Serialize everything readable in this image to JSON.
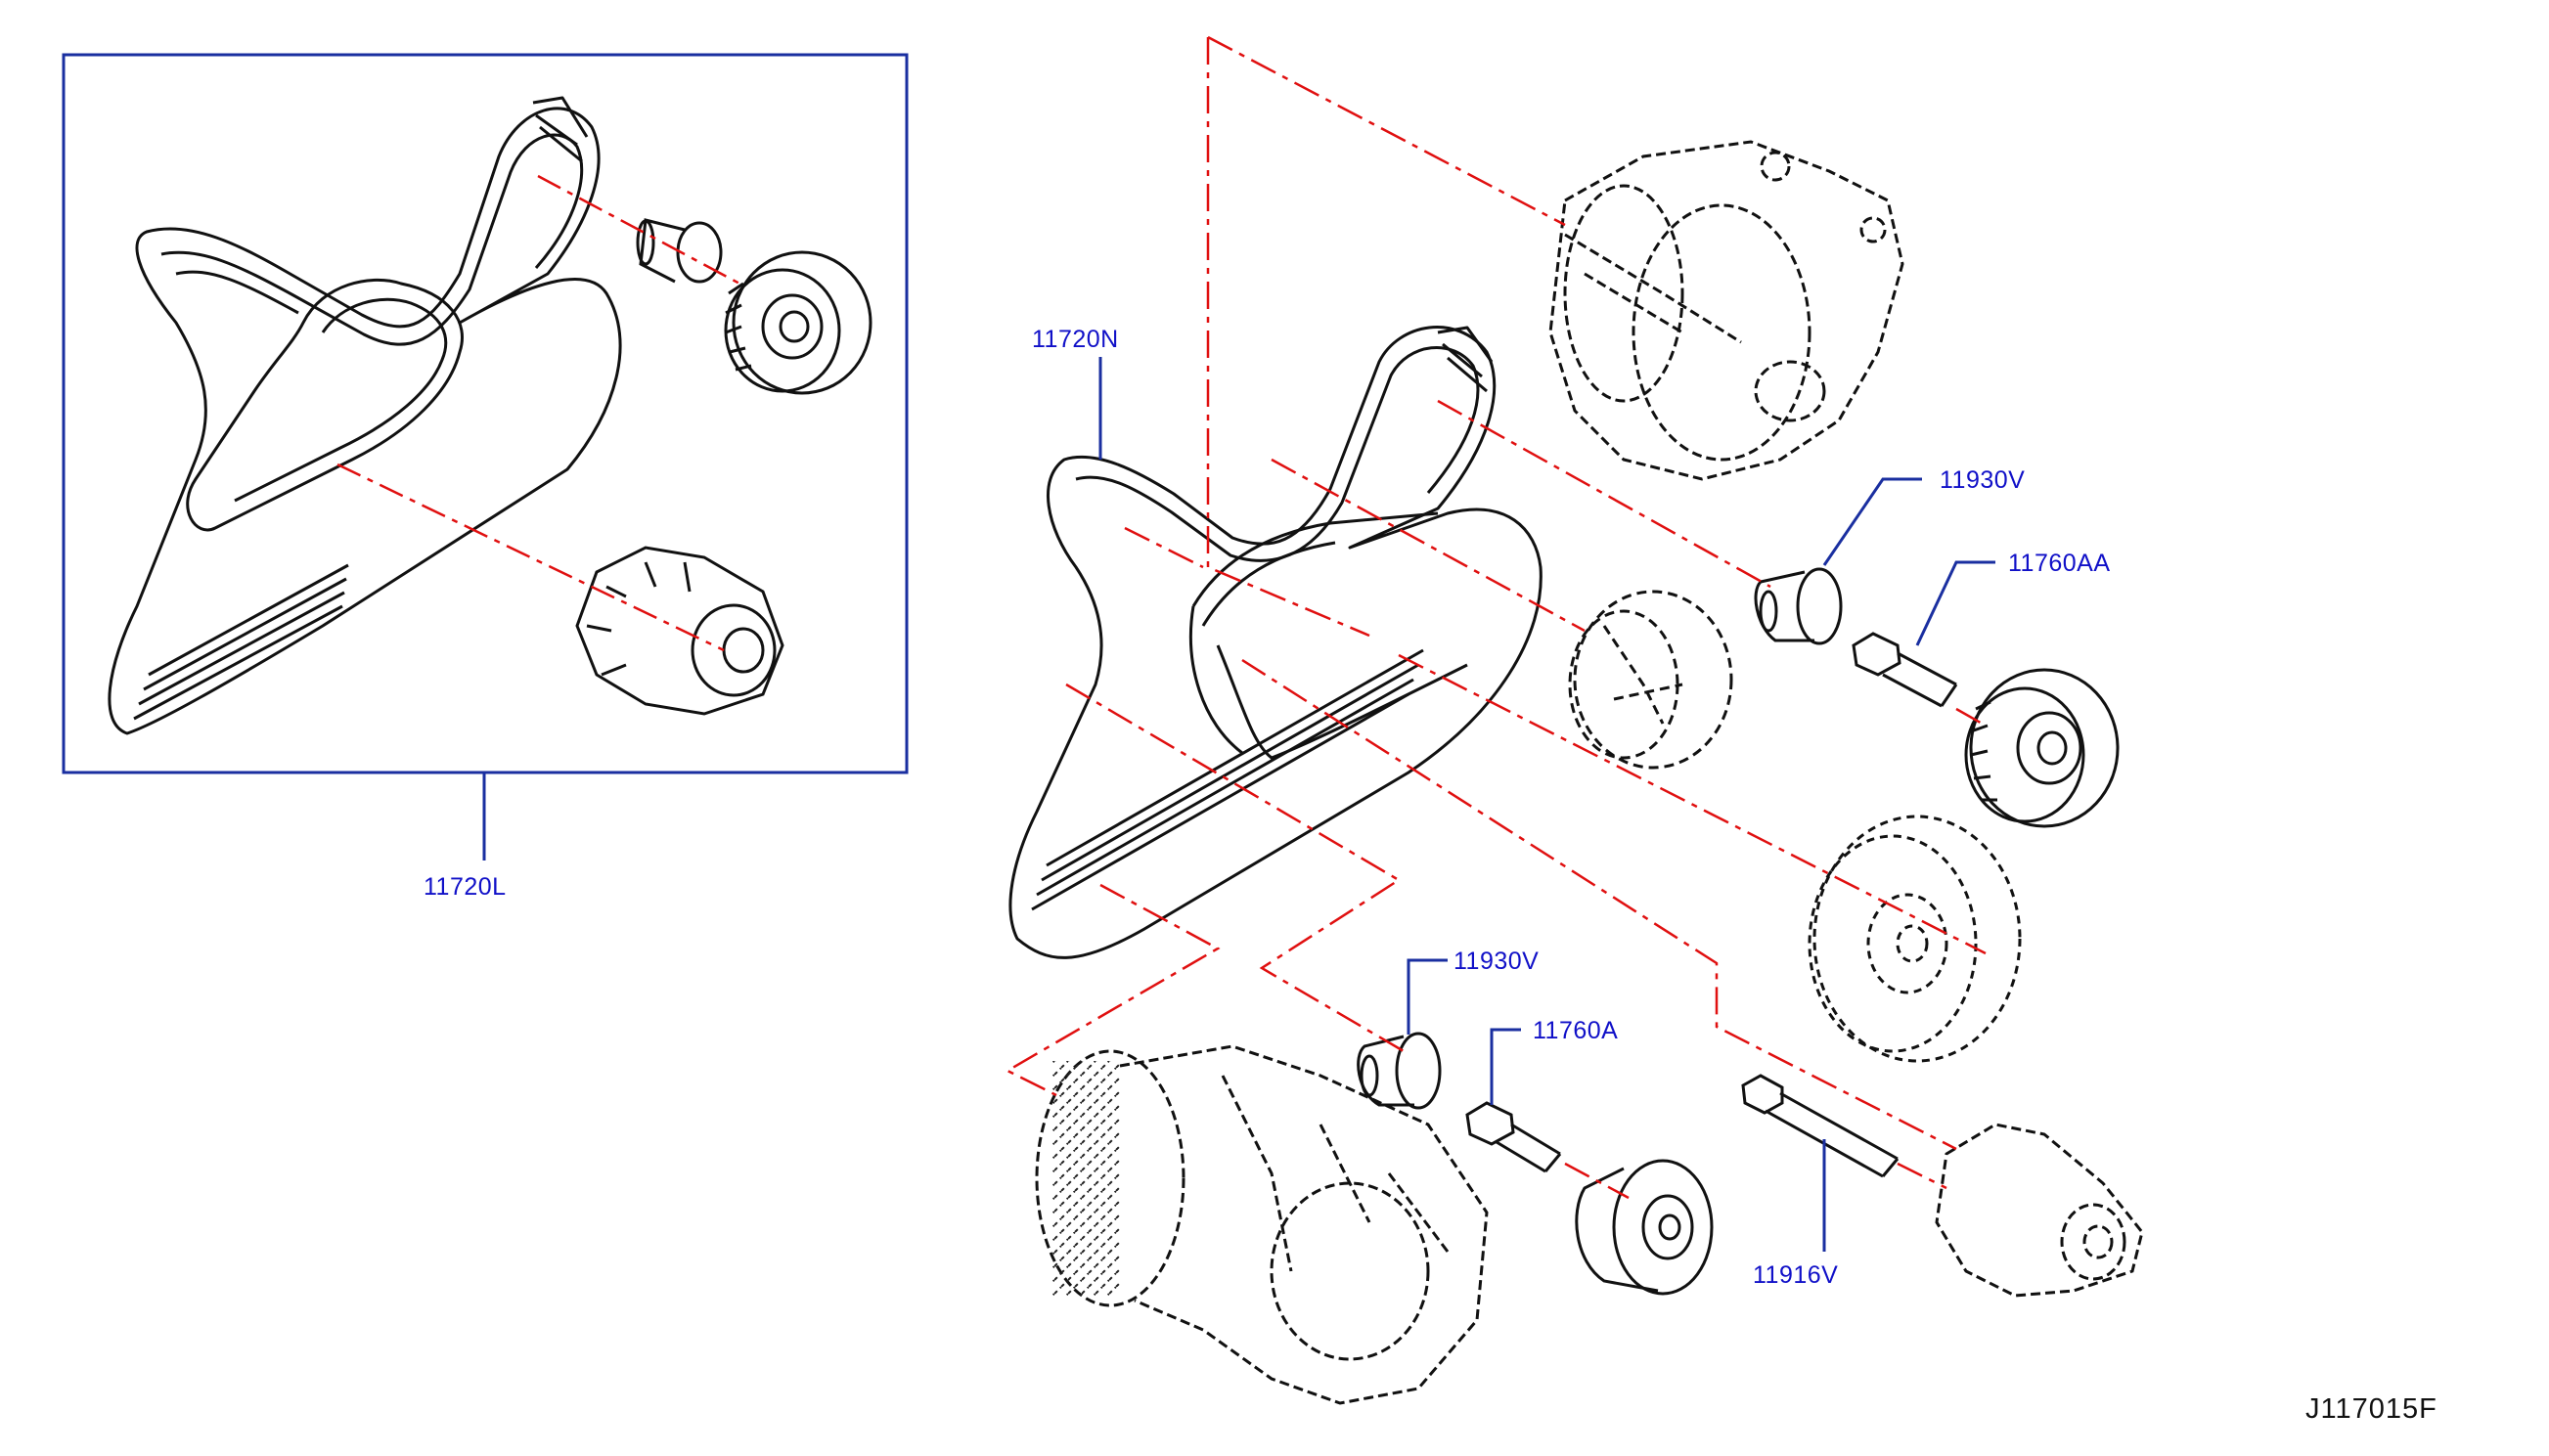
{
  "diagram": {
    "drawing_code": "J117015F",
    "labels": {
      "belt_kit": "11720L",
      "belt": "11720N",
      "pulley_cap_upper": "11930V",
      "idler_bolt_upper": "11760AA",
      "pulley_cap_lower": "11930V",
      "idler_bolt_lower": "11760A",
      "tensioner_bolt": "11916V"
    },
    "colors": {
      "leader_line": "#1a2fa0",
      "centerline": "#e01010",
      "label_text": "#1010c8",
      "part_outline": "#111111",
      "kit_box": "#1a2fa0"
    }
  }
}
